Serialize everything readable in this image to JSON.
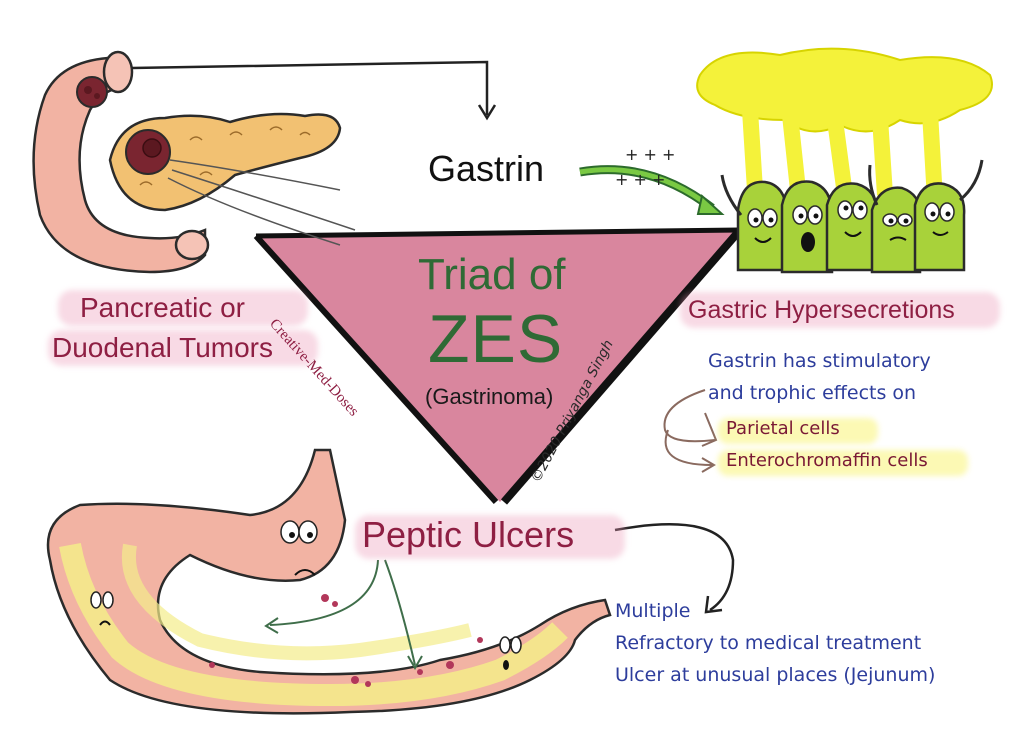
{
  "center": {
    "title_line1": "Triad of",
    "title_line2": "ZES",
    "subtitle": "(Gastrinoma)",
    "watermark_left": "Creative-Med-Doses",
    "watermark_right": "©2020 Priyanga Singh"
  },
  "gastrin_label": "Gastrin",
  "tumors": {
    "line1": "Pancreatic or",
    "line2": "Duodenal Tumors"
  },
  "hypersecretion": {
    "title": "Gastric Hypersecretions",
    "note_line1": "Gastrin has stimulatory",
    "note_line2": "and trophic effects on",
    "cells": [
      "Parietal cells",
      "Enterochromaffin cells"
    ]
  },
  "ulcers": {
    "title": "Peptic Ulcers",
    "features": [
      "Multiple",
      "Refractory to medical treatment",
      "Ulcer at unusual places (Jejunum)"
    ]
  },
  "colors": {
    "triangle_fill": "#d9869e",
    "title_green": "#2f6a35",
    "label_red": "#8e1f43",
    "note_blue": "#2d3d9c",
    "cell_green": "#a8d23a",
    "secretion_yellow": "#f4f23a",
    "organ_pink": "#f2b3a3",
    "pancreas_orange": "#f2c172"
  }
}
